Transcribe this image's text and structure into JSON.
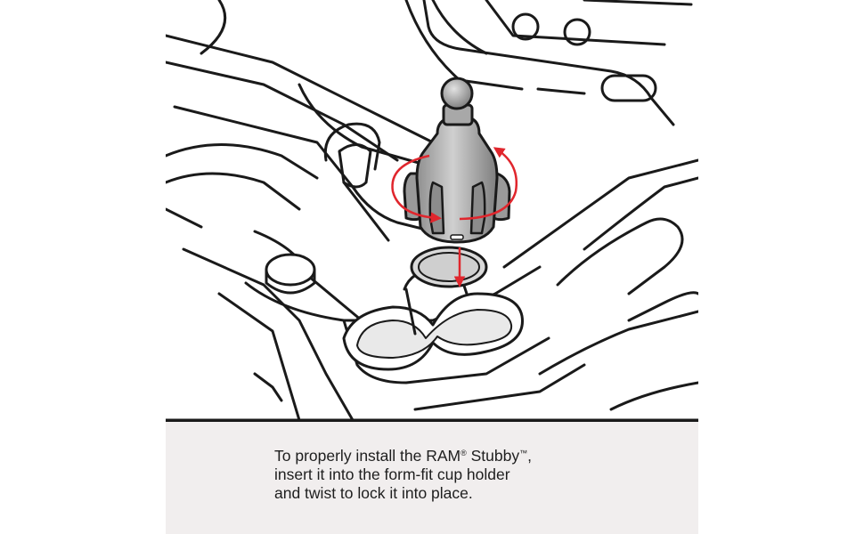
{
  "caption": {
    "line1_prefix": "To properly install the RAM",
    "registered_mark": "®",
    "line1_middle": " Stubby",
    "trademark_mark": "™",
    "line1_suffix": ",",
    "line2": "insert it into the form-fit cup holder",
    "line3": "and twist to lock it into place."
  },
  "colors": {
    "outline": "#1a1a1a",
    "arrow": "#e0262d",
    "mount_body": "#b5b5b5",
    "cup_fill": "#d9d9d9",
    "caption_band": "#f1eeee"
  },
  "icons": [
    "rotation-arrow-icon",
    "insert-down-arrow-icon"
  ]
}
